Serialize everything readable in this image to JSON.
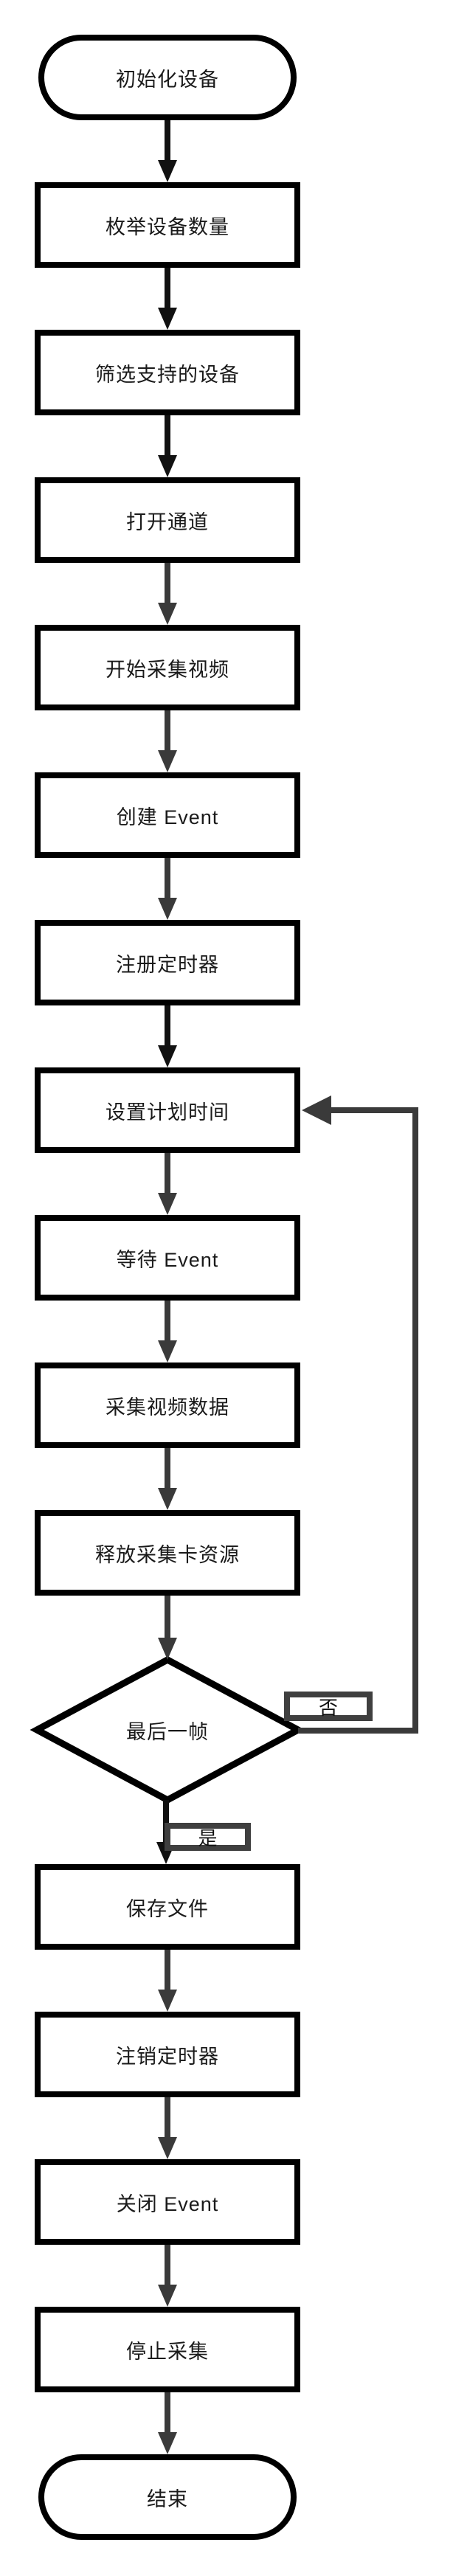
{
  "page": {
    "background": "#ffffff"
  },
  "diagram": {
    "kind": "flowchart",
    "nodes": [
      {
        "id": "start",
        "type": "terminator",
        "label": "初始化设备"
      },
      {
        "id": "enumerate-devices",
        "type": "process",
        "label": "枚举设备数量"
      },
      {
        "id": "filter-supported-devices",
        "type": "process",
        "label": "筛选支持的设备"
      },
      {
        "id": "open-channel",
        "type": "process",
        "label": "打开通道"
      },
      {
        "id": "start-video-capture",
        "type": "process",
        "label": "开始采集视频"
      },
      {
        "id": "create-event",
        "type": "process",
        "label": "创建 Event"
      },
      {
        "id": "register-timer",
        "type": "process",
        "label": "注册定时器"
      },
      {
        "id": "set-schedule-time",
        "type": "process",
        "label": "设置计划时间"
      },
      {
        "id": "wait-event",
        "type": "process",
        "label": "等待 Event"
      },
      {
        "id": "capture-video-data",
        "type": "process",
        "label": "采集视频数据"
      },
      {
        "id": "release-capture-card",
        "type": "process",
        "label": "释放采集卡资源"
      },
      {
        "id": "last-frame-decision",
        "type": "decision",
        "label": "最后一帧"
      },
      {
        "id": "save-file",
        "type": "process",
        "label": "保存文件"
      },
      {
        "id": "unregister-timer",
        "type": "process",
        "label": "注销定时器"
      },
      {
        "id": "close-event",
        "type": "process",
        "label": "关闭 Event"
      },
      {
        "id": "stop-capture",
        "type": "process",
        "label": "停止采集"
      },
      {
        "id": "end",
        "type": "terminator",
        "label": "结束"
      }
    ],
    "decision_labels": {
      "no": "否",
      "yes": "是"
    },
    "loop": {
      "from": "last-frame-decision",
      "to": "set-schedule-time",
      "label": "否"
    },
    "edge_colors": [
      "dark",
      "dark",
      "dark",
      "gray",
      "gray",
      "gray",
      "dark",
      "gray",
      "gray",
      "gray",
      "gray",
      "dark",
      "gray",
      "gray",
      "gray",
      "gray"
    ],
    "colors": {
      "shape_border": "#000000",
      "arrow_dark": "#111111",
      "arrow_gray": "#3a3a3a",
      "label_border": "#3f3f3f",
      "text": "#1a1a1a",
      "background": "#ffffff"
    }
  }
}
